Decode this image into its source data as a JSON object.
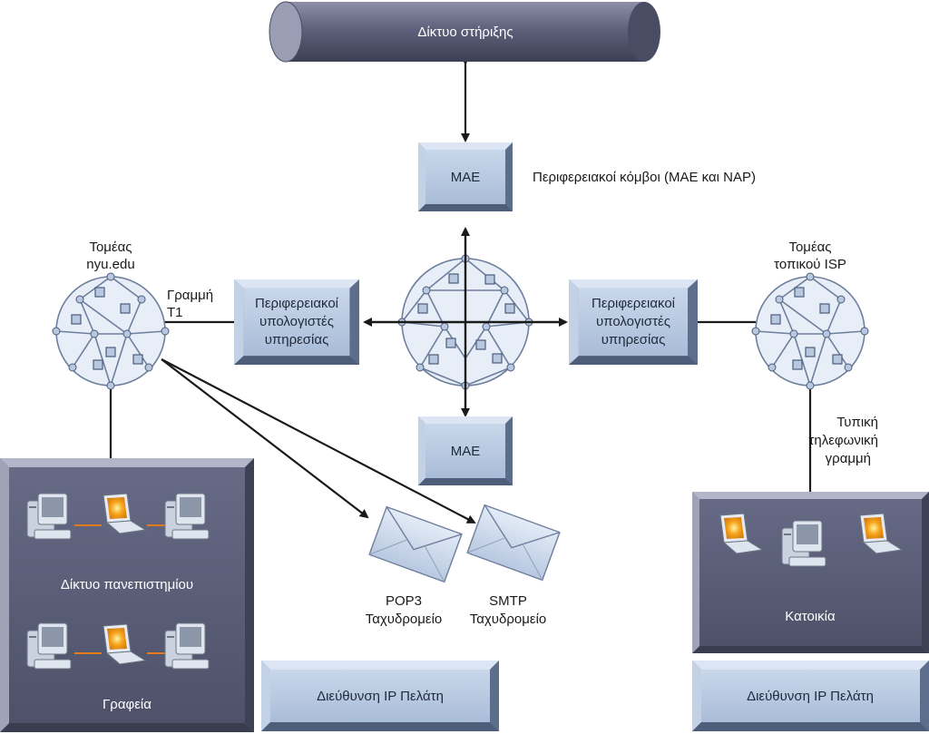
{
  "backbone": {
    "label": "Δίκτυο στήριξης"
  },
  "mae_top": {
    "label": "MAE"
  },
  "mae_bottom": {
    "label": "MAE"
  },
  "regional_nodes_label": "Περιφερειακοί κόμβοι (MAE και NAP)",
  "nyu_domain": {
    "line1": "Τομέας",
    "line2": "nyu.edu"
  },
  "isp_domain": {
    "line1": "Τομέας",
    "line2": "τοπικού ISP"
  },
  "t1_line": {
    "line1": "Γραμμή",
    "line2": "T1"
  },
  "regional_services_left": {
    "line1": "Περιφερειακοί",
    "line2": "υπολογιστές",
    "line3": "υπηρεσίας"
  },
  "regional_services_right": {
    "line1": "Περιφερειακοί",
    "line2": "υπολογιστές",
    "line3": "υπηρεσίας"
  },
  "phone_line": {
    "line1": "Τυπική",
    "line2": "τηλεφωνική",
    "line3": "γραμμή"
  },
  "university_network": "Δίκτυο πανεπιστημίου",
  "offices": "Γραφεία",
  "residence": "Κατοικία",
  "pop3": {
    "line1": "POP3",
    "line2": "Ταχυδρομείο"
  },
  "smtp": {
    "line1": "SMTP",
    "line2": "Ταχυδρομείο"
  },
  "client_ip_left": "Διεύθυνση IP Πελάτη",
  "client_ip_right": "Διεύθυνση IP Πελάτη",
  "colors": {
    "box_face": "#b7c8e0",
    "box_dark": "#6d7f9c",
    "panel": "#5b5e78",
    "cylinder": "#5a5c76",
    "network_fill": "#d4e0f2",
    "network_stroke": "#6d7f9c",
    "screen_glow": "#f6a21a"
  }
}
